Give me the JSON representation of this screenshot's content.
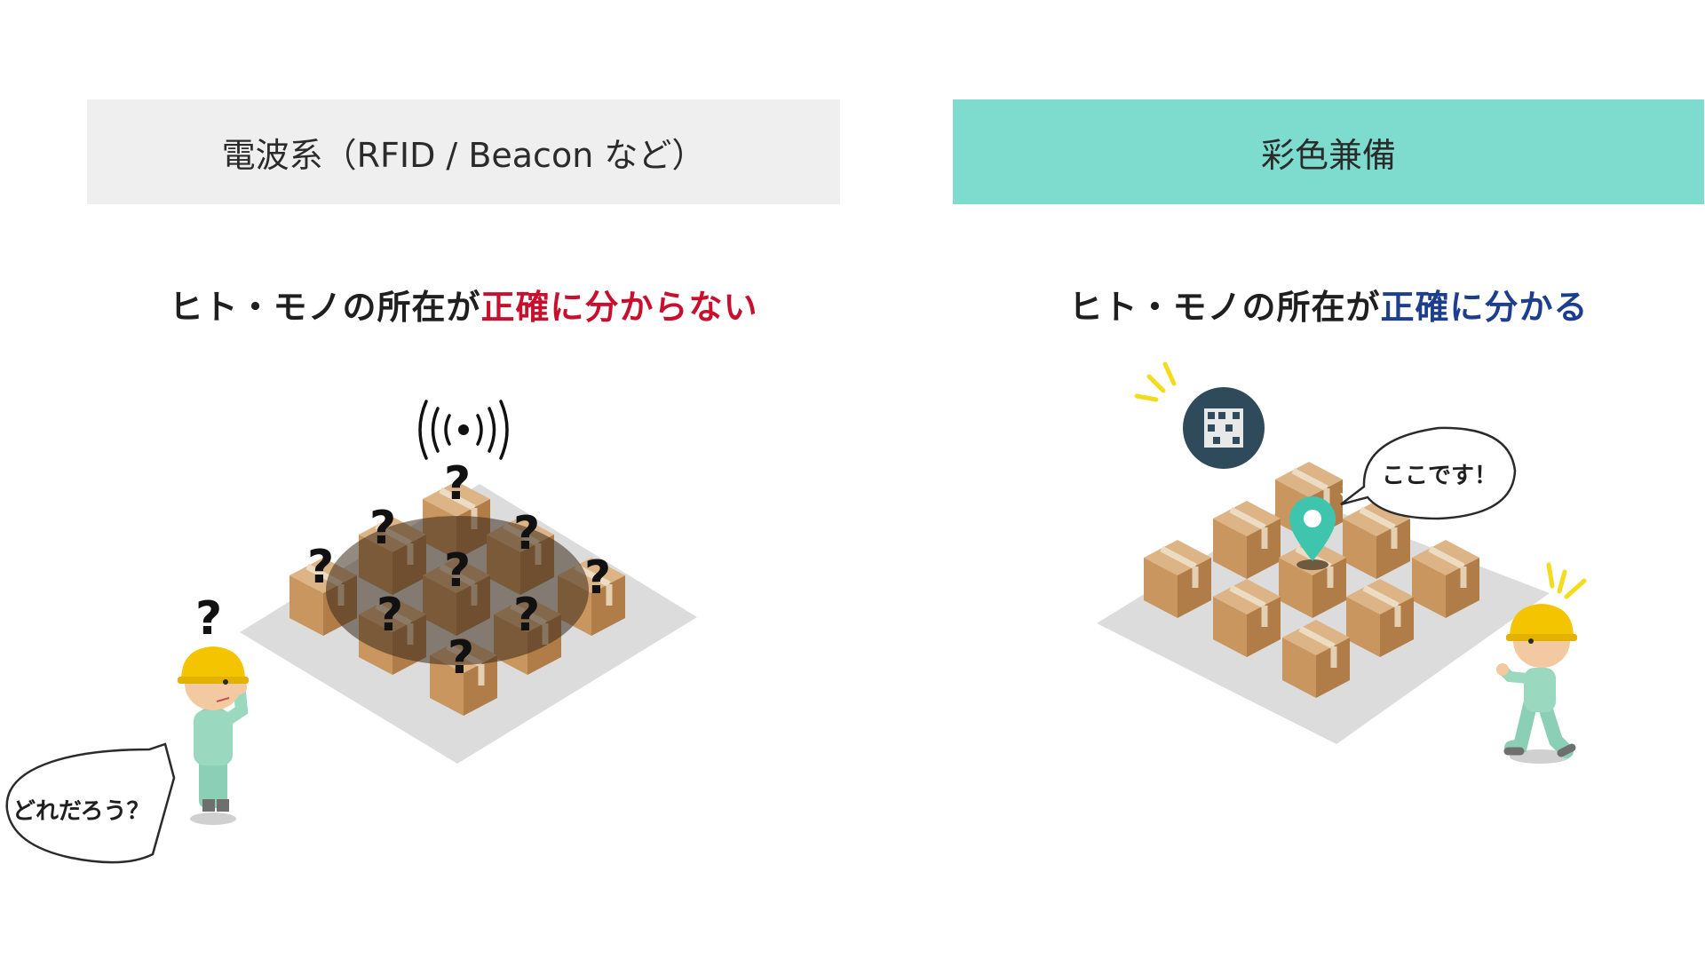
{
  "left_panel": {
    "header": "電波系（RFID / Beacon など）",
    "subtitle_plain": "ヒト・モノの所在が",
    "subtitle_highlight": "正確に分からない",
    "highlight_color": "#c8102e",
    "speech_bubble": "どれだろう？",
    "question_mark": "?"
  },
  "right_panel": {
    "header": "彩色兼備",
    "header_color": "#7edccf",
    "subtitle_plain": "ヒト・モノの所在が",
    "subtitle_highlight": "正確に分かる",
    "highlight_color": "#1d3e8f",
    "speech_bubble": "ここです！"
  },
  "icons": {
    "left": [
      "rfid-signal-icon",
      "question-mark-icon",
      "worker-confused-icon"
    ],
    "right": [
      "qr-code-icon",
      "location-pin-icon",
      "worker-walking-icon",
      "highlight-spark-icon"
    ]
  }
}
